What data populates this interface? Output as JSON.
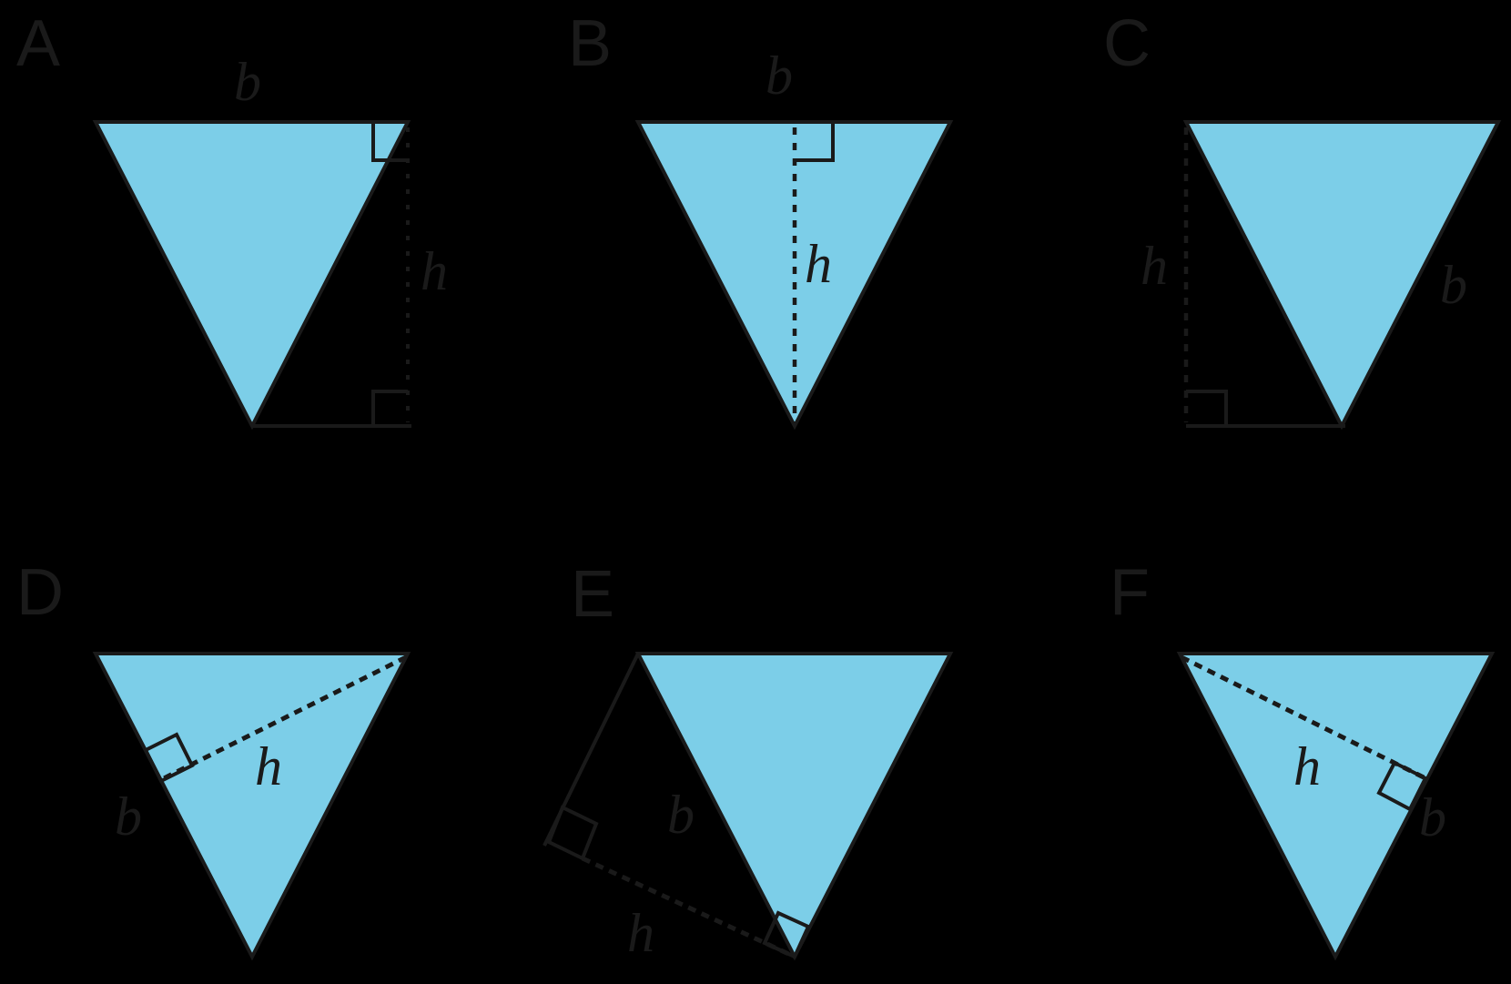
{
  "figure": {
    "colors": {
      "background": "#000000",
      "triangle_fill": "#7CCEE8",
      "ink": "#1A1A1A"
    },
    "panels": [
      {
        "letter": "A",
        "base_label": "b",
        "height_label": "h"
      },
      {
        "letter": "B",
        "base_label": "b",
        "height_label": "h"
      },
      {
        "letter": "C",
        "base_label": "b",
        "height_label": "h"
      },
      {
        "letter": "D",
        "base_label": "b",
        "height_label": "h"
      },
      {
        "letter": "E",
        "base_label": "b",
        "height_label": "h"
      },
      {
        "letter": "F",
        "base_label": "b",
        "height_label": "h"
      }
    ]
  }
}
